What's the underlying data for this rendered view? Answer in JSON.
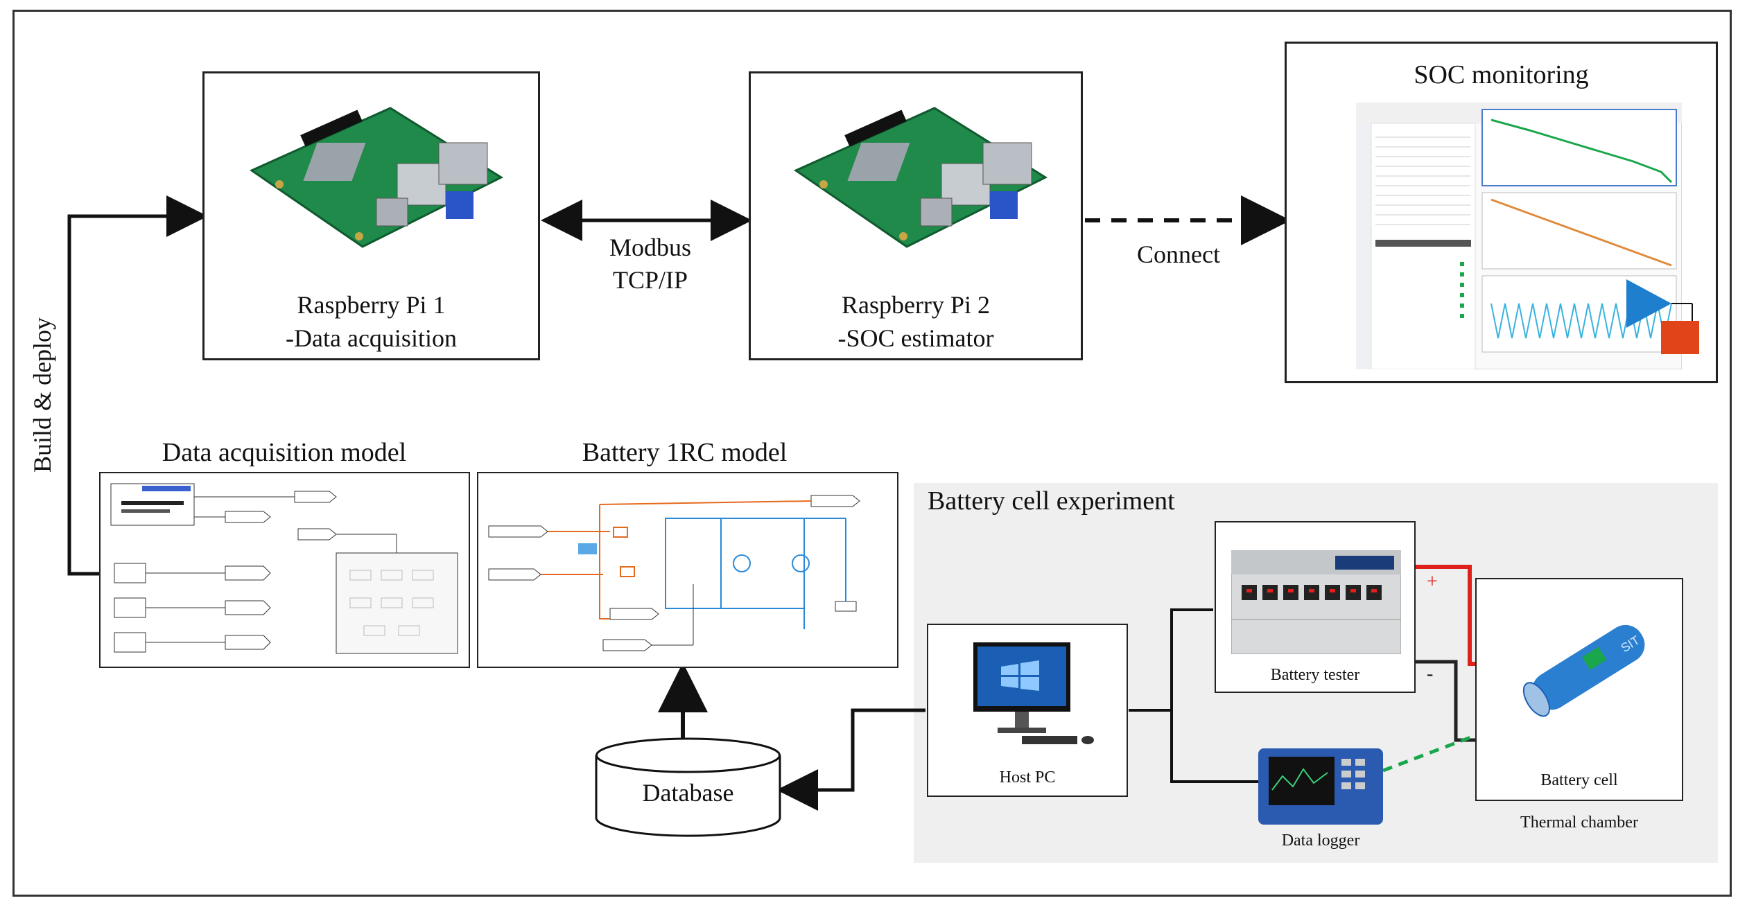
{
  "labels": {
    "pi1_name": "Raspberry  Pi 1",
    "pi1_role": "-Data acquisition",
    "pi2_name": "Raspberry  Pi 2",
    "pi2_role": "-SOC estimator",
    "modbus_1": "Modbus",
    "modbus_2": "TCP/IP",
    "connect": "Connect",
    "soc_monitoring": "SOC monitoring",
    "build_deploy": "Build & deploy",
    "data_acq_model": "Data acquisition  model",
    "battery_model": "Battery 1RC model",
    "battery_experiment": "Battery cell  experiment",
    "host_pc": "Host PC",
    "battery_tester": "Battery tester",
    "data_logger": "Data logger",
    "battery_cell": "Battery cell",
    "thermal_chamber": "Thermal chamber",
    "database": "Database",
    "plus": "+",
    "minus": "-"
  },
  "colors": {
    "pcb": "#1f8a4a",
    "positive_wire": "#e0201b",
    "sensor_wire": "#1aa64a",
    "panel_bg": "#efefef",
    "cell_body": "#2b7fd0",
    "monitor_accent": "#1a5fb4"
  }
}
